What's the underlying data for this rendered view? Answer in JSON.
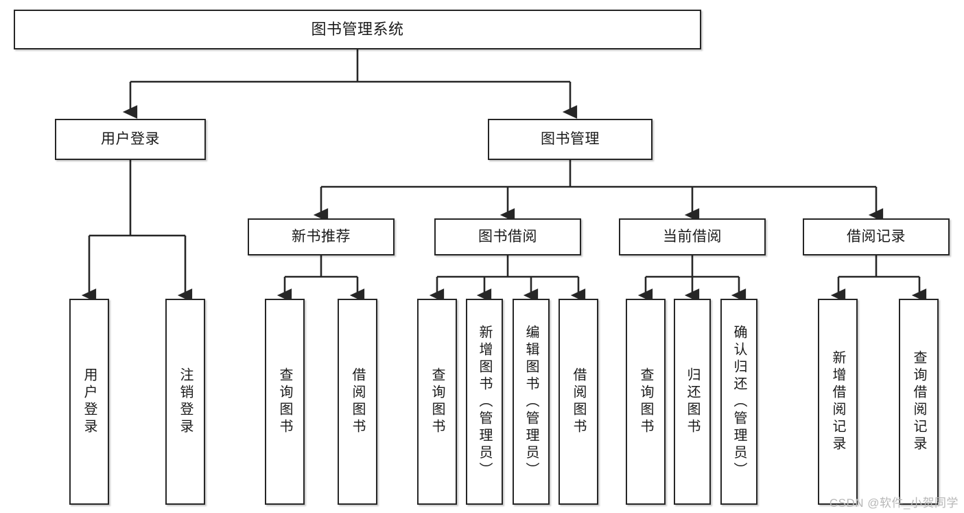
{
  "diagram": {
    "title": "图书管理系统",
    "watermark": "CSDN @软件_小贺同学",
    "colors": {
      "background": "#ffffff",
      "border": "#262626",
      "text": "#1a1a1a",
      "connector": "#262626",
      "watermark": "#b7b7b7"
    },
    "root": {
      "label": "图书管理系统"
    },
    "level1": [
      {
        "label": "用户登录"
      },
      {
        "label": "图书管理"
      }
    ],
    "level2": [
      {
        "label": "新书推荐"
      },
      {
        "label": "图书借阅"
      },
      {
        "label": "当前借阅"
      },
      {
        "label": "借阅记录"
      }
    ],
    "leaves": {
      "user_login": [
        {
          "label": "用户登录"
        },
        {
          "label": "注销登录"
        }
      ],
      "new_book_recommend": [
        {
          "label": "查询图书"
        },
        {
          "label": "借阅图书"
        }
      ],
      "book_borrow": [
        {
          "label": "查询图书"
        },
        {
          "label": "新增图书（管理员）"
        },
        {
          "label": "编辑图书（管理员）"
        },
        {
          "label": "借阅图书"
        }
      ],
      "current_borrow": [
        {
          "label": "查询图书"
        },
        {
          "label": "归还图书"
        },
        {
          "label": "确认归还（管理员）"
        }
      ],
      "borrow_record": [
        {
          "label": "新增借阅记录"
        },
        {
          "label": "查询借阅记录"
        }
      ]
    }
  }
}
